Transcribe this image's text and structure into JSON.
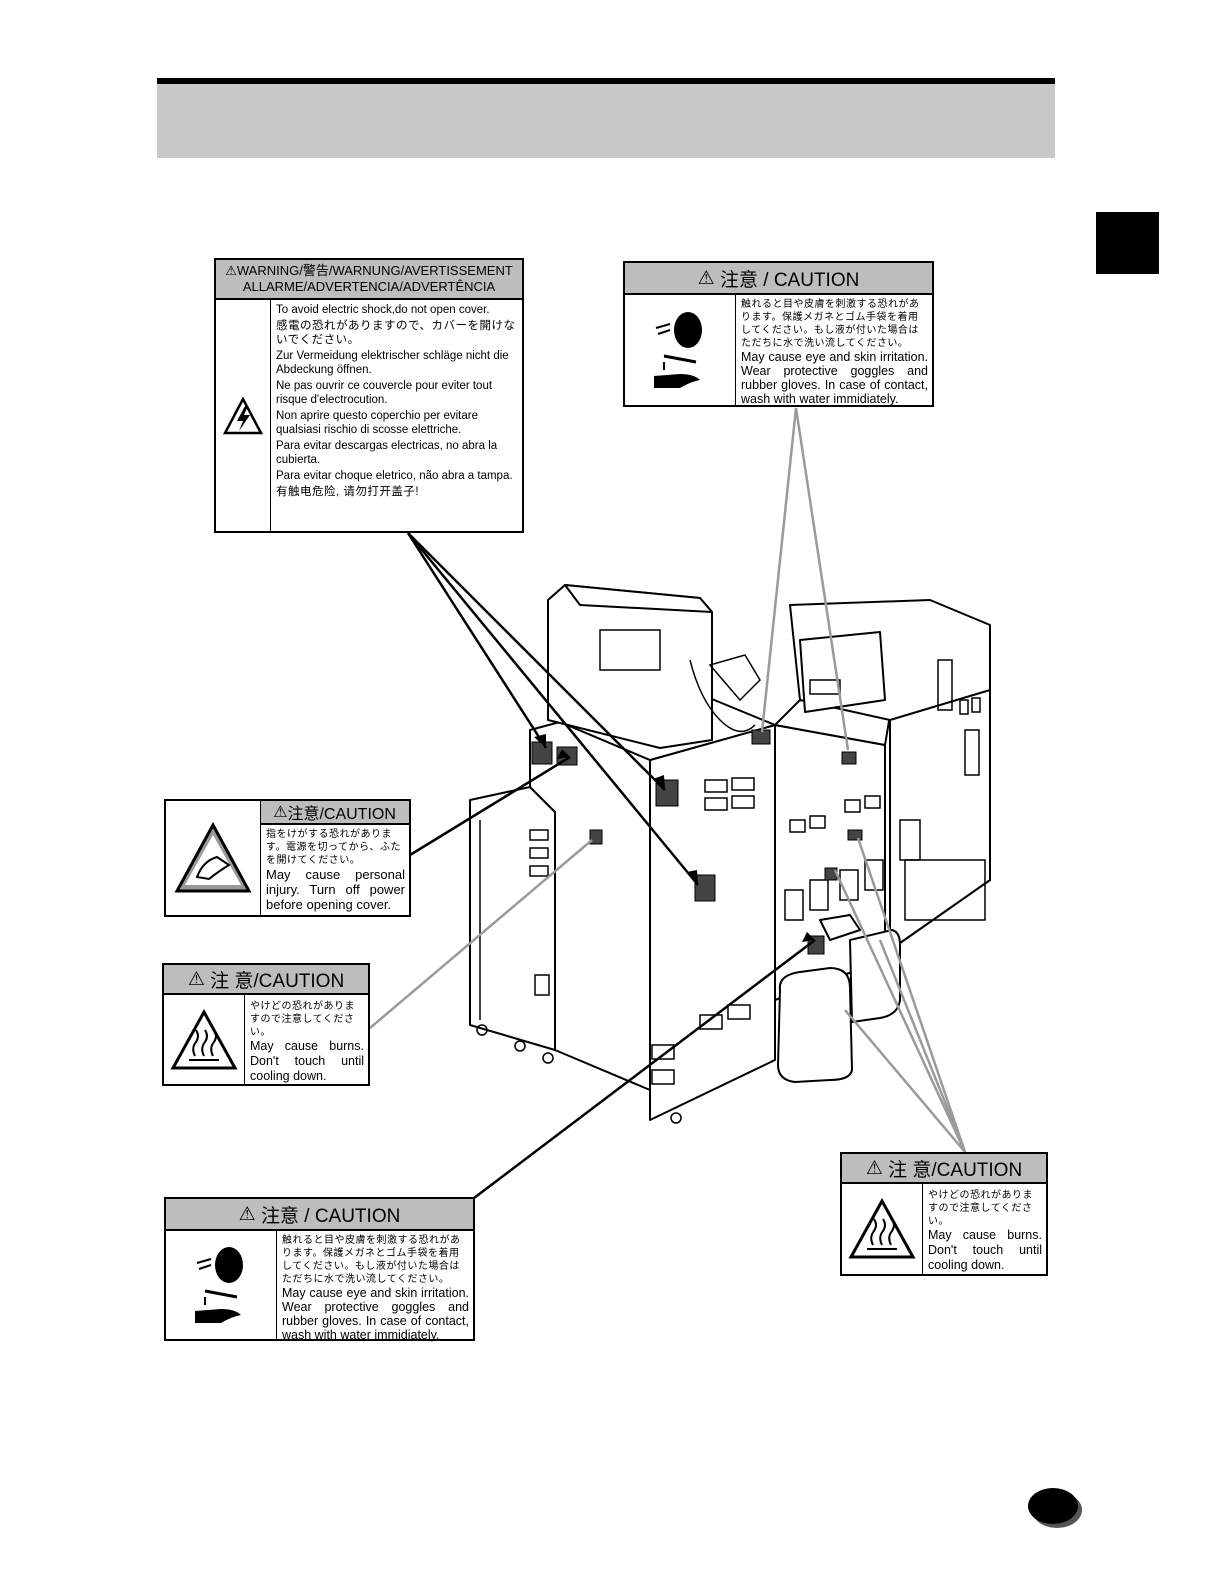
{
  "warning_label": {
    "title_line1": "WARNING/警告/WARNUNG/AVERTISSEMENT",
    "title_line2": "ALLARME/ADVERTENCIA/ADVERTÊNCIA",
    "lines": [
      "To avoid electric shock,do not open cover.",
      "感電の恐れがありますので、カバーを開けないでください。",
      "Zur Vermeidung elektrischer schläge nicht die Abdeckung öffnen.",
      "Ne pas ouvrir ce couvercle pour eviter tout risque d'electrocution.",
      "Non aprire questo coperchio per evitare qualsiasi rischio di scosse elettriche.",
      "Para evitar descargas electricas, no abra la cubierta.",
      "Para evitar choque eletrico, não abra a tampa.",
      "有触电危险, 请勿打开盖子!"
    ]
  },
  "caution_chem_top": {
    "title": "注意 / CAUTION",
    "jp": "触れると目や皮膚を刺激する恐れがあります。保護メガネとゴム手袋を着用してください。もし液が付いた場合はただちに水で洗い流してください。",
    "en": "May cause eye and skin irritation. Wear protective goggles and rubber gloves. In case of contact, wash with water immidiately."
  },
  "caution_pinch": {
    "title": "注意/CAUTION",
    "jp": "指をけがする恐れがあります。電源を切ってから、ふたを開けてください。",
    "en": "May cause personal injury. Turn off power before opening cover."
  },
  "caution_burn_left": {
    "title": "注 意/CAUTION",
    "jp": "やけどの恐れがありますので注意してください。",
    "en": "May cause burns. Don't touch until cooling down."
  },
  "caution_chem_bottom": {
    "title": "注意 / CAUTION",
    "jp": "触れると目や皮膚を刺激する恐れがあります。保護メガネとゴム手袋を着用してください。もし液が付いた場合はただちに水で洗い流してください。",
    "en": "May cause eye and skin irritation. Wear protective goggles and rubber gloves. In case of contact, wash with water immidiately."
  },
  "caution_burn_right": {
    "title": "注 意/CAUTION",
    "jp": "やけどの恐れがありますので注意してください。",
    "en": "May cause burns. Don't touch until cooling down."
  },
  "icons": {
    "warning": "warning-triangle-icon",
    "electric": "electric-shock-icon",
    "pinch": "hand-pinch-icon",
    "hot": "hot-surface-icon",
    "face": "eye-splash-icon",
    "hand": "hand-chemical-icon"
  },
  "colors": {
    "band": "#c8c8c8",
    "label_header": "#bdbdbd",
    "leader_gray": "#9a9a9a"
  }
}
